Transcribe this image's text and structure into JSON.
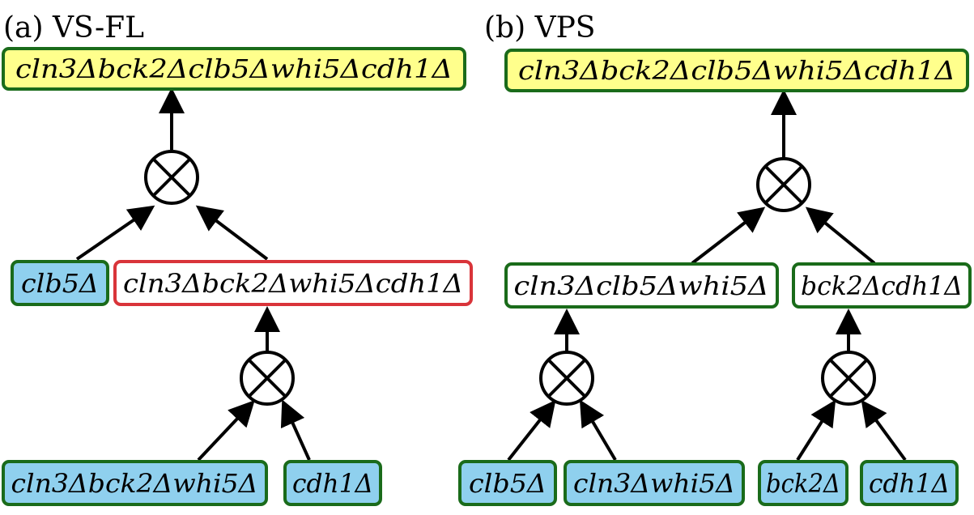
{
  "panels": [
    {
      "id": "a",
      "title": "(a) VS-FL",
      "nodes": [
        {
          "id": "a-root",
          "text": "cln3Δbck2Δclb5Δwhi5Δcdh1Δ",
          "fill": "#ffff8c",
          "stroke": "#1a6b1a"
        },
        {
          "id": "a-clb5",
          "text": "clb5Δ",
          "fill": "#8fd0ee",
          "stroke": "#1a6b1a"
        },
        {
          "id": "a-mid",
          "text": "cln3Δbck2Δwhi5Δcdh1Δ",
          "fill": "#ffffff",
          "stroke": "#d9343a"
        },
        {
          "id": "a-leaf1",
          "text": "cln3Δbck2Δwhi5Δ",
          "fill": "#8fd0ee",
          "stroke": "#1a6b1a"
        },
        {
          "id": "a-leaf2",
          "text": "cdh1Δ",
          "fill": "#8fd0ee",
          "stroke": "#1a6b1a"
        }
      ]
    },
    {
      "id": "b",
      "title": "(b) VPS",
      "nodes": [
        {
          "id": "b-root",
          "text": "cln3Δbck2Δclb5Δwhi5Δcdh1Δ",
          "fill": "#ffff8c",
          "stroke": "#1a6b1a"
        },
        {
          "id": "b-mid1",
          "text": "cln3Δclb5Δwhi5Δ",
          "fill": "#ffffff",
          "stroke": "#1a6b1a"
        },
        {
          "id": "b-mid2",
          "text": "bck2Δcdh1Δ",
          "fill": "#ffffff",
          "stroke": "#1a6b1a"
        },
        {
          "id": "b-leaf1",
          "text": "clb5Δ",
          "fill": "#8fd0ee",
          "stroke": "#1a6b1a"
        },
        {
          "id": "b-leaf2",
          "text": "cln3Δwhi5Δ",
          "fill": "#8fd0ee",
          "stroke": "#1a6b1a"
        },
        {
          "id": "b-leaf3",
          "text": "bck2Δ",
          "fill": "#8fd0ee",
          "stroke": "#1a6b1a"
        },
        {
          "id": "b-leaf4",
          "text": "cdh1Δ",
          "fill": "#8fd0ee",
          "stroke": "#1a6b1a"
        }
      ]
    }
  ]
}
